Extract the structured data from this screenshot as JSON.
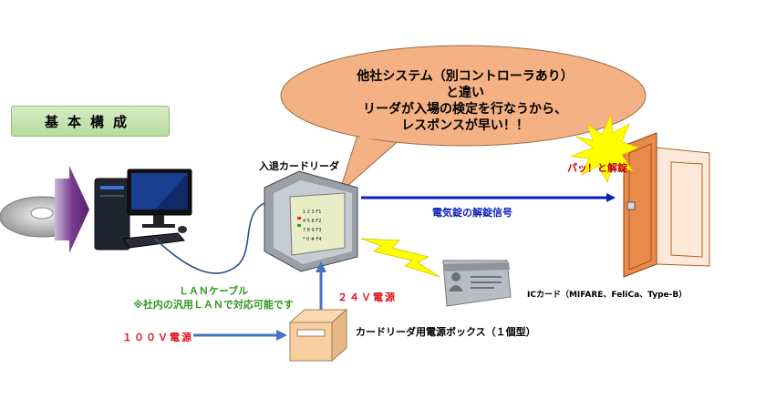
{
  "title_badge": "基本構成",
  "speech_bubble": {
    "lines": [
      "他社システム（別コントローラあり）",
      "と違い",
      "リーダが入場の検定を行なうから、",
      "レスポンスが早い！！"
    ]
  },
  "labels": {
    "reader": "入退カードリーダ",
    "unlock_signal": "電気錠の解錠信号",
    "unlock_burst": "パッ！と解錠",
    "lan_cable": "ＬＡＮケーブル",
    "lan_note": "※社内の汎用ＬＡＮで対応可能です",
    "power_24v": "２４Ｖ電源",
    "power_100v": "１００Ｖ電源",
    "power_box": "カードリーダ用電源ボックス（１個型）",
    "ic_card": "ICカード（MIFARE、FeliCa、Type-B）"
  },
  "colors": {
    "signal_arrow": "#0b1fb8",
    "power_arrow": "#4472c4",
    "bubble_fill": "#f4b183",
    "door": "#e98a4a",
    "badge_fill": "#c5e0b4",
    "red_text": "#e0131a",
    "green_text": "#2e9a1f"
  },
  "icons": [
    "cd-disc-icon",
    "purple-arrow-icon",
    "computer-icon",
    "card-reader-icon",
    "lightning-icon",
    "id-card-icon",
    "power-box-icon",
    "door-icon",
    "starburst-icon"
  ]
}
